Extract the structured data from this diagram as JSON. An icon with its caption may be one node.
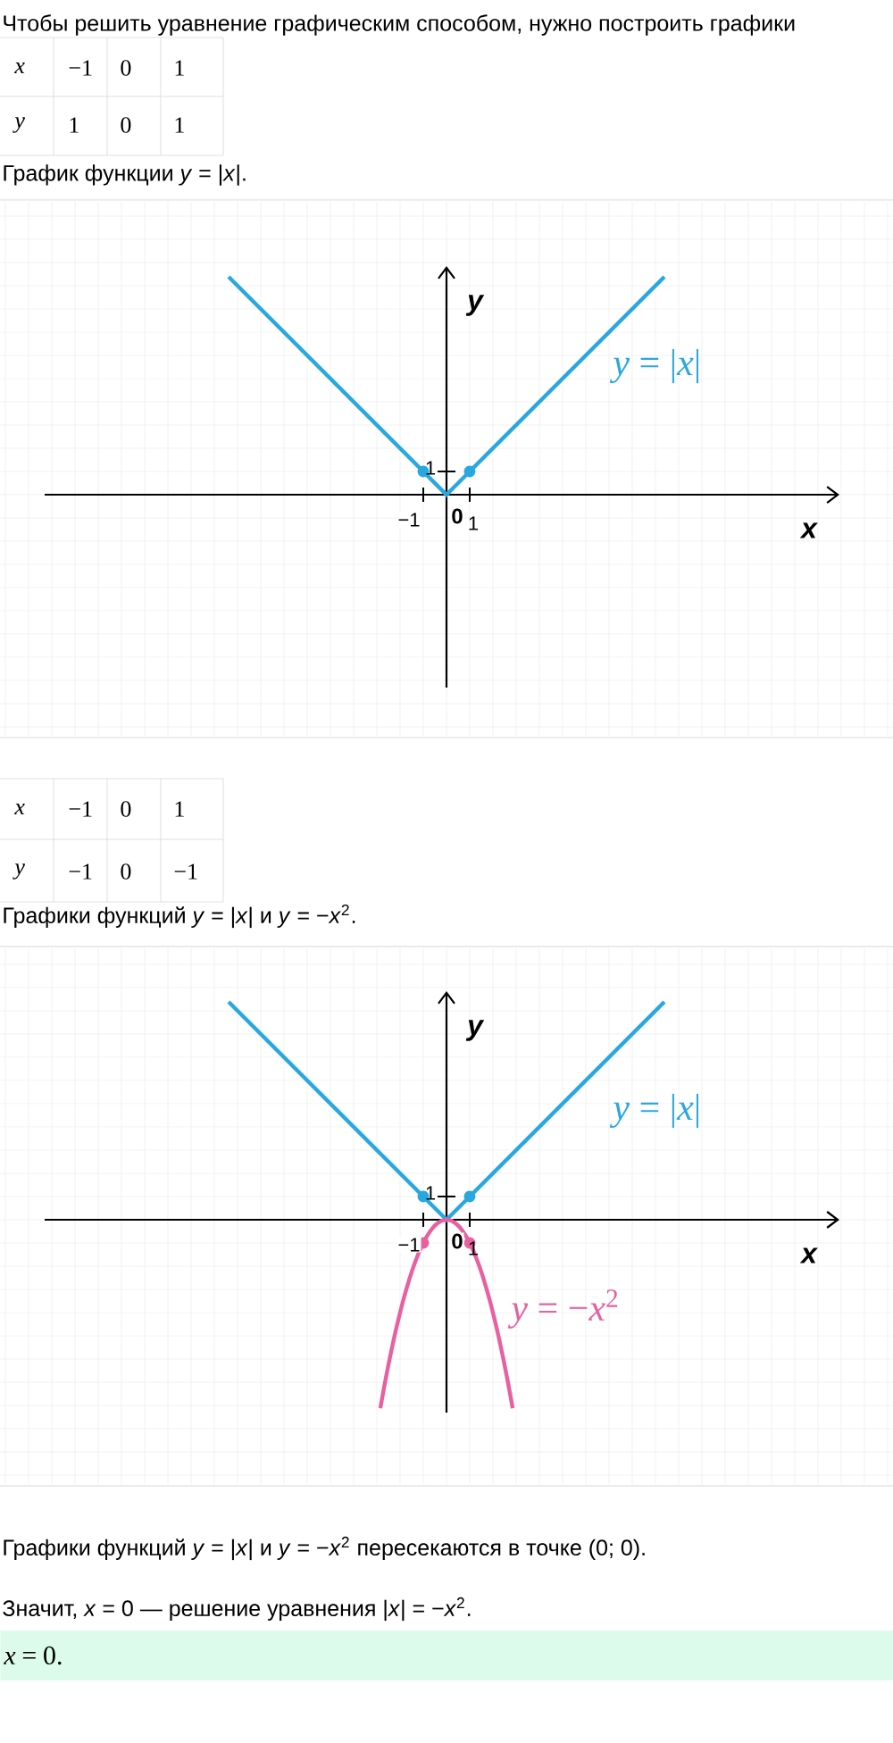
{
  "diagram": {
    "labels": [
      "Чтобы решить уравнение графическим способом, нужно построить графики",
      "x",
      "−1",
      "0",
      "1",
      "y",
      "1",
      "0",
      "1",
      "График функции *y* = |*x*|.",
      "y",
      "x",
      "1",
      "−1",
      "0",
      "1",
      "*y* = |*x*|",
      "x",
      "−1",
      "0",
      "1",
      "y",
      "−1",
      "0",
      "−1",
      "Графики функций *y* = |*x*| и *y* = −*x*$^{2}$.",
      "y",
      "x",
      "1",
      "−1",
      "0",
      "1",
      "*y* = |*x*|",
      "*y* = −*x*$^{2}$",
      "Графики функций *y* = |*x*| и *y* = −*x*$^{2}$ пересекаются в точке (0; 0).",
      "Значит, *x* = 0 — решение уравнения |*x*| = −*x*$^{2}$.",
      "*x* = 0."
    ]
  }
}
